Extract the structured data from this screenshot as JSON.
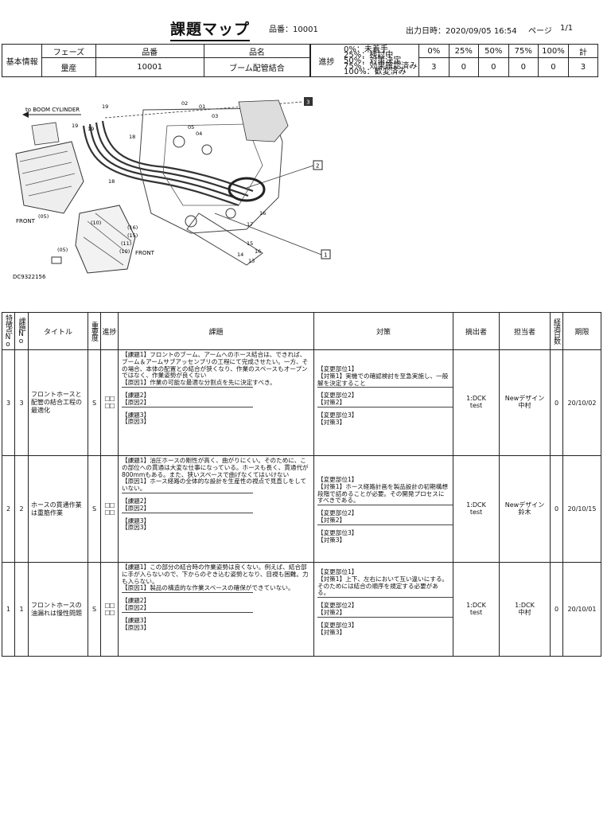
{
  "header": {
    "title": "課題マップ",
    "product_no_label": "品番：10001",
    "output_datetime": "出力日時：2020/09/05 16:54",
    "page_label": "ページ",
    "page_value": "1/1"
  },
  "info": {
    "section_label": "基本情報",
    "col_phase": "フェーズ",
    "col_product_no": "品番",
    "col_product_name": "品名",
    "phase": "量産",
    "product_no": "10001",
    "product_name": "ブーム配管結合"
  },
  "progress": {
    "label": "進捗",
    "legend": [
      "0%：未着手",
      "25%：検討中",
      "50%：対策決定",
      "75%：効果確認済み",
      "100%：歓変済み"
    ],
    "headers": [
      "0%",
      "25%",
      "50%",
      "75%",
      "100%",
      "計"
    ],
    "values": [
      "3",
      "0",
      "0",
      "0",
      "0",
      "3"
    ]
  },
  "diagram": {
    "cylinder_label": "to BOOM CYLINDER",
    "front_label": "FRONT",
    "code": "DC9322156",
    "callouts": [
      "1",
      "2",
      "3"
    ],
    "part_numbers": [
      "19",
      "19",
      "19",
      "18",
      "02",
      "01",
      "03",
      "05",
      "04",
      "16",
      "17",
      "18",
      "15",
      "16",
      "13",
      "14",
      "(05)",
      "(10)",
      "(16)",
      "(15)",
      "(11)",
      "(10)",
      "(05)"
    ]
  },
  "table": {
    "headers": {
      "feature_no": "特徴点No",
      "issue_no": "課題No",
      "title": "タイトル",
      "importance": "重要度",
      "progress": "進捗",
      "issue": "課題",
      "measure": "対策",
      "reporter": "摘出者",
      "assignee": "担当者",
      "elapsed": "経過日数",
      "deadline": "期限"
    },
    "rows": [
      {
        "feature_no": "3",
        "issue_no": "3",
        "title": "フロントホースと配管の結合工程の最適化",
        "importance": "S",
        "progress_mark": "□□\n□□",
        "issue1": "【課題1】フロントのブーム、アームへのホース結合は、できれば、ブーム＆アームサブアッセンブリの工程にて完成させたい。一方、その場合、本体の配置との結合が狭くなり、作業のスペースもオープンではなく、作業姿勢が良くない\n【原因1】作業の可能な最適な分割点を先に決定すべき。",
        "issue2": "【課題2】\n【原因2】",
        "issue3": "【課題3】\n【原因3】",
        "plan1": "【変更部位1】\n【対策1】実機での確認検討を至急実施し、一般解を決定すること",
        "plan2": "【変更部位2】\n【対策2】",
        "plan3": "【変更部位3】\n【対策3】",
        "reporter": "1:DCK\ntest",
        "assignee": "Newデザイン\n中村",
        "elapsed": "0",
        "deadline": "20/10/02"
      },
      {
        "feature_no": "2",
        "issue_no": "2",
        "title": "ホースの貫通作業は重筋作業",
        "importance": "S",
        "progress_mark": "□□\n□□",
        "issue1": "【課題1】油圧ホースの剛性が高く、曲がりにくい。そのために、この部位への貫通は大変な仕事になっている。ホースも長く、貫通代が800mmもある。また、狭いスペースで曲げなくてはいけない\n【原因1】ホース経路の全体的な設計を生産性の視点で見直しをしていない。",
        "issue2": "【課題2】\n【原因2】",
        "issue3": "【課題3】\n【原因3】",
        "plan1": "【変更部位1】\n【対策1】ホース経路計画を製品設計の初期構想段階で詰めることが必要。その開発プロセスにすべきである。",
        "plan2": "【変更部位2】\n【対策2】",
        "plan3": "【変更部位3】\n【対策3】",
        "reporter": "1:DCK\ntest",
        "assignee": "Newデザイン\n鈴木",
        "elapsed": "0",
        "deadline": "20/10/15"
      },
      {
        "feature_no": "1",
        "issue_no": "1",
        "title": "フロントホースの油漏れは慢性問題",
        "importance": "S",
        "progress_mark": "□□\n□□",
        "issue1": "【課題1】この部分の結合時の作業姿勢は良くない。例えば、結合部に手が入らないので、下からのぞき込む姿勢となり、目視も困難。力も入らない。\n【原因1】製品の構造的な作業スペースの確保ができていない。",
        "issue2": "【課題2】\n【原因2】",
        "issue3": "【課題3】\n【原因3】",
        "plan1": "【変更部位1】\n【対策1】上下、左右において互い違いにする。そのためには結合の順序を規定する必要がある。",
        "plan2": "【変更部位2】\n【対策2】",
        "plan3": "【変更部位3】\n【対策3】",
        "reporter": "1:DCK\ntest",
        "assignee": "1:DCK\n中村",
        "elapsed": "0",
        "deadline": "20/10/01"
      }
    ]
  }
}
